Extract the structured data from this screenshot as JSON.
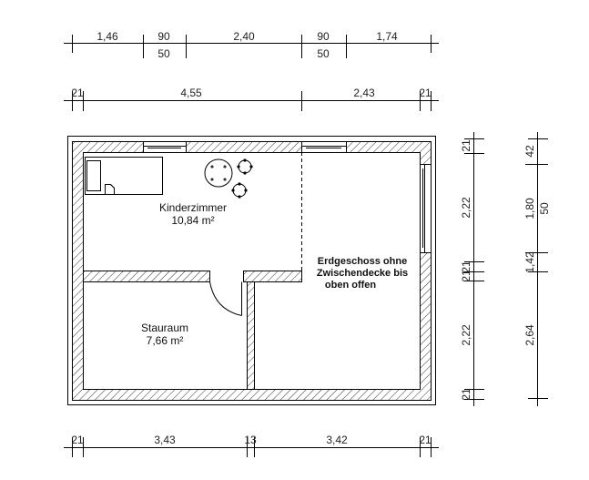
{
  "plan": {
    "rooms": [
      {
        "name": "Kinderzimmer",
        "area": "10,84 m²"
      },
      {
        "name": "Stauraum",
        "area": "7,66 m²"
      }
    ],
    "note_lines": [
      "Erdgeschoss ohne",
      "Zwischendecke bis",
      "oben offen"
    ]
  },
  "dimensions": {
    "top_row1": [
      {
        "upper": "1,46"
      },
      {
        "upper": "90",
        "lower": "50"
      },
      {
        "upper": "2,40"
      },
      {
        "upper": "90",
        "lower": "50"
      },
      {
        "upper": "1,74"
      }
    ],
    "top_row2": [
      "21",
      "4,55",
      "2,43",
      "21"
    ],
    "bottom_row": [
      "21",
      "3,43",
      "13",
      "3,42",
      "21"
    ],
    "right_col1": [
      "21",
      "2,22",
      "21",
      "21",
      "2,22",
      "21"
    ],
    "right_col2": [
      {
        "upper": "42"
      },
      {
        "upper": "1,80",
        "lower": "50"
      },
      {
        "upper": "1,42"
      },
      {
        "upper": "2,64"
      }
    ]
  }
}
